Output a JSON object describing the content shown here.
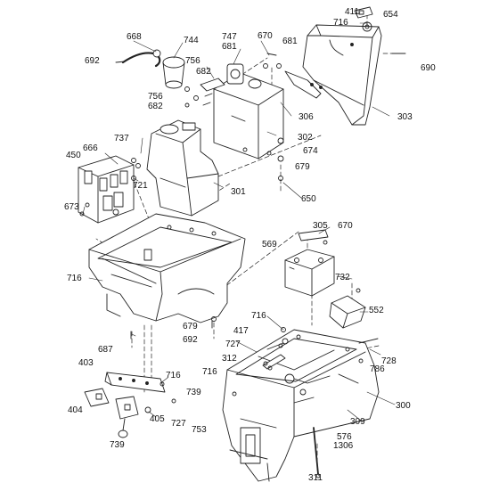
{
  "callouts": {
    "c411": "411",
    "c654": "654",
    "c716_top": "716",
    "c668": "668",
    "c744": "744",
    "c692_top": "692",
    "c670_top": "670",
    "c747": "747",
    "c681_left": "681",
    "c681_right": "681",
    "c690": "690",
    "c756_a": "756",
    "c682_a": "682",
    "c756_b": "756",
    "c682_b": "682",
    "c306": "306",
    "c303": "303",
    "c302": "302",
    "c737": "737",
    "c666": "666",
    "c450": "450",
    "c721": "721",
    "c674": "674",
    "c679_top": "679",
    "c301": "301",
    "c650": "650",
    "c673": "673",
    "c305": "305",
    "c670_mid": "670",
    "c569": "569",
    "c716_left": "716",
    "c732": "732",
    "c716_mid": "716",
    "c417": "417",
    "c679_mid": "679",
    "c692_mid": "692",
    "c552": "552",
    "c687": "687",
    "c727_a": "727",
    "c728": "728",
    "c312": "312",
    "c786": "786",
    "c403": "403",
    "c716_lower": "716",
    "c716_low2": "716",
    "c739_a": "739",
    "c300": "300",
    "c404": "404",
    "c405": "405",
    "c727_b": "727",
    "c753": "753",
    "c309": "309",
    "c576": "576",
    "c1306": "1306",
    "c739_b": "739",
    "c311": "311"
  }
}
